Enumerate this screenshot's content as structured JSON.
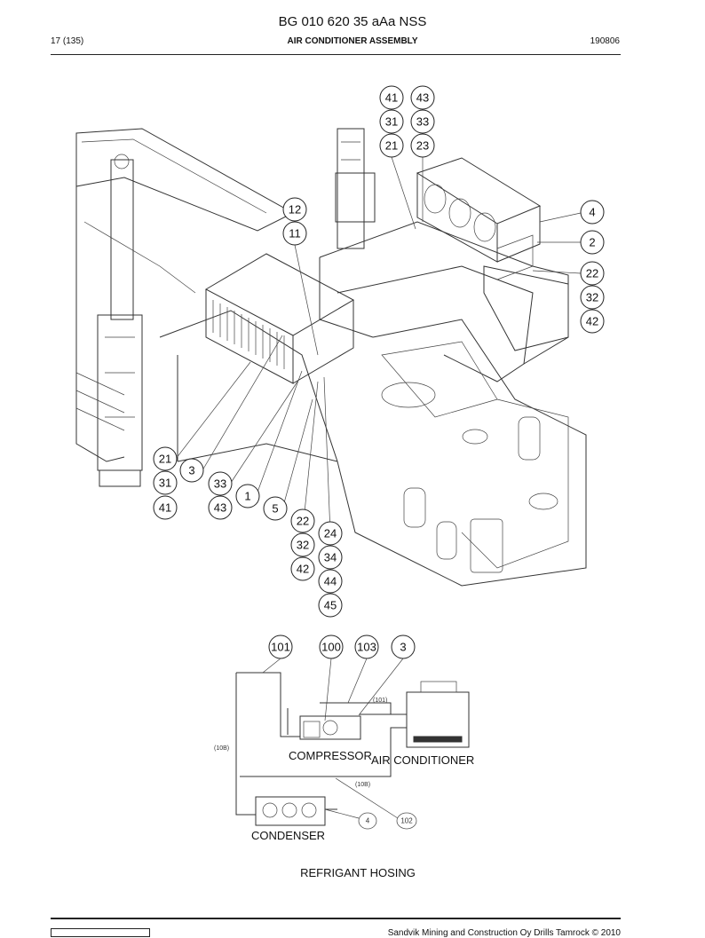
{
  "header": {
    "document_code": "BG 010 620 35 aAa NSS",
    "page_number": "17 (135)",
    "title": "AIR CONDITIONER ASSEMBLY",
    "date": "190806"
  },
  "assembly_drawing": {
    "callouts": {
      "top_left_stack": [
        "41",
        "31",
        "21"
      ],
      "top_right_stack": [
        "43",
        "33",
        "23"
      ],
      "mid_stack": [
        "12",
        "11"
      ],
      "right_4": "4",
      "right_2": "2",
      "right_stack": [
        "22",
        "32",
        "42"
      ],
      "left_stack": [
        "21",
        "31",
        "41"
      ],
      "c3": "3",
      "c33_43": [
        "33",
        "43"
      ],
      "c1": "1",
      "c5": "5",
      "lower_stack_a": [
        "22",
        "32",
        "42"
      ],
      "lower_stack_b": [
        "24",
        "34",
        "44",
        "45"
      ]
    }
  },
  "refrigerant_diagram": {
    "callouts": [
      "101",
      "100",
      "103",
      "3"
    ],
    "small_callouts": [
      "4",
      "102"
    ],
    "hose_labels": [
      "(101)",
      "(10B)",
      "(10B)"
    ],
    "labels": {
      "compressor": "COMPRESSOR",
      "air_conditioner": "AIR CONDITIONER",
      "condenser": "CONDENSER"
    },
    "caption": "REFRIGANT HOSING"
  },
  "footer": {
    "copyright": "Sandvik Mining and Construction Oy Drills Tamrock © 2010"
  }
}
